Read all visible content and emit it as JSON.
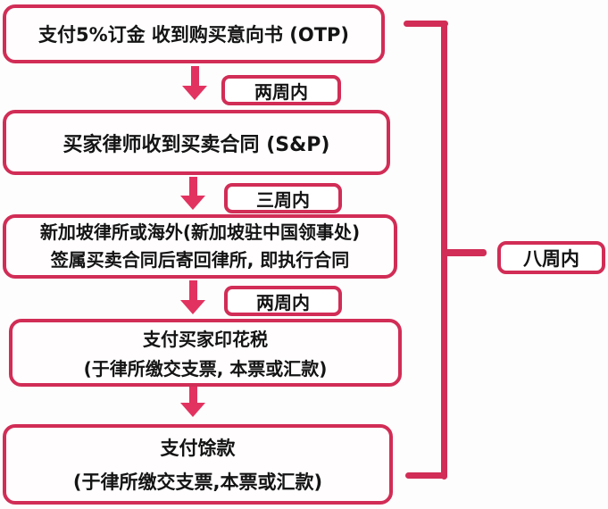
{
  "colors": {
    "accent": "#d12d56",
    "arrow": "#e23360",
    "text": "#141414",
    "background": "#fdfdfd"
  },
  "flow": {
    "steps": [
      {
        "lines": [
          "支付5%订金 收到购买意向书 (OTP)"
        ]
      },
      {
        "lines": [
          "买家律师收到买卖合同 (S&P)"
        ]
      },
      {
        "lines": [
          "新加坡律所或海外(新加坡驻中国领事处)",
          "签属买卖合同后寄回律所, 即执行合同"
        ]
      },
      {
        "lines": [
          "支付买家印花税",
          "(于律所缴交支票, 本票或汇款)"
        ]
      },
      {
        "lines": [
          "支付馀款",
          "(于律所缴交支票,本票或汇款)"
        ]
      }
    ],
    "intervals": [
      "两周内",
      "三周内",
      "两周内"
    ],
    "total": "八周内"
  }
}
